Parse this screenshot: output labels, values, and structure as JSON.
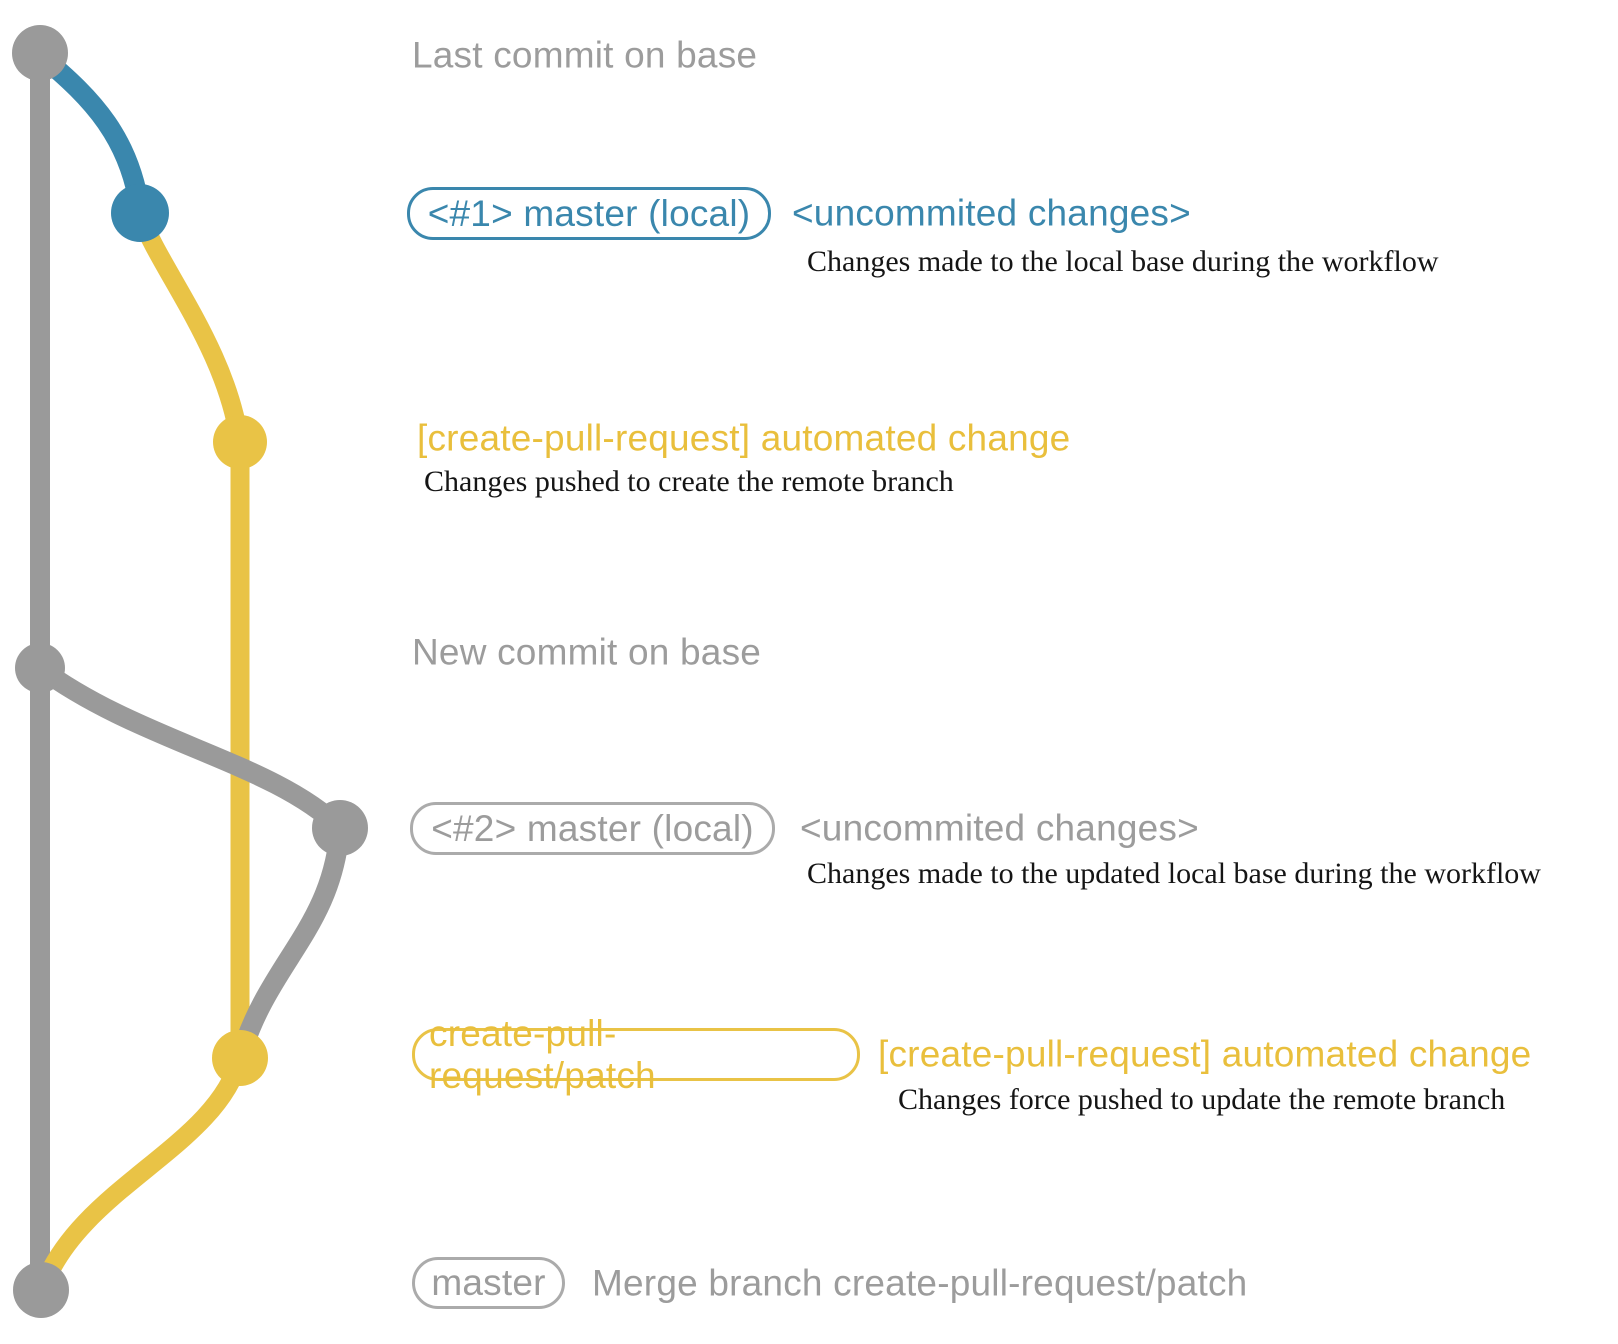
{
  "colors": {
    "blue": "#3a87ad",
    "yellow": "#e9c346",
    "yellowtext": "#e9bf3c",
    "gray": "#9a9a9a",
    "graytext": "#9c9c9c",
    "grayborder": "#ababab",
    "ink": "#151515"
  },
  "graph": {
    "base_branch": "master (base)",
    "patch_branch": "create-pull-request/patch",
    "node_names": [
      "last-commit-on-base",
      "uncommitted-changes-1",
      "patch-branch-created",
      "new-commit-on-base",
      "uncommitted-changes-2",
      "patch-branch-updated",
      "merge-commit"
    ]
  },
  "labels": {
    "last_commit": "Last commit on base",
    "new_commit": "New commit on base"
  },
  "section1": {
    "badge": "<#1> master (local)",
    "note": "<uncommited changes>",
    "detail": "Changes made to the local base during the workflow"
  },
  "push1": {
    "note": "[create-pull-request] automated change",
    "detail": "Changes pushed to create the remote branch"
  },
  "section2": {
    "badge": "<#2> master (local)",
    "note": "<uncommited changes>",
    "detail": "Changes made to the updated local base during the workflow"
  },
  "push2": {
    "badge": "create-pull-request/patch",
    "note": "[create-pull-request] automated change",
    "detail": "Changes force pushed to update the remote branch"
  },
  "merge": {
    "badge": "master",
    "detail": "Merge branch create-pull-request/patch"
  }
}
